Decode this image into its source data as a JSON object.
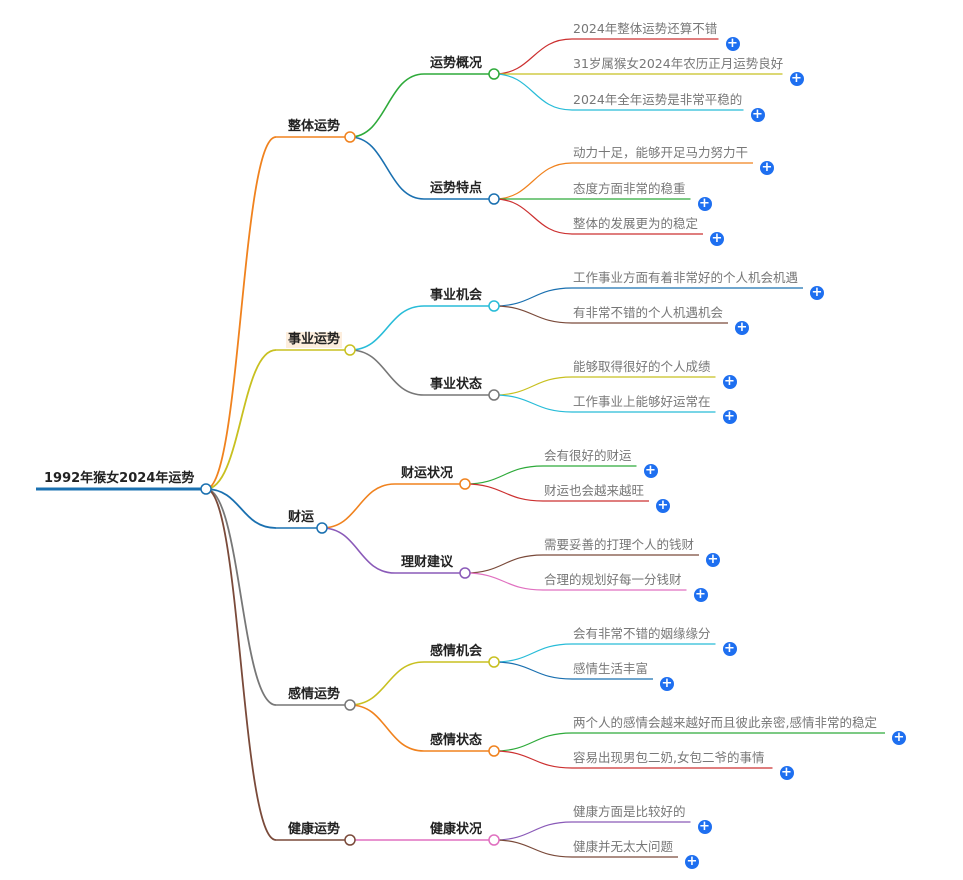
{
  "root": {
    "label": "1992年猴女2024年运势"
  },
  "branches": [
    {
      "label": "整体运势",
      "color": "#f0821e",
      "highlight": false,
      "children": [
        {
          "label": "运势概况",
          "color": "#2eaa3a",
          "leaves": [
            {
              "text": "2024年整体运势还算不错",
              "color": "#cc3030"
            },
            {
              "text": "31岁属猴女2024年农历正月运势良好",
              "color": "#c8c020"
            },
            {
              "text": "2024年全年运势是非常平稳的",
              "color": "#28bcd8"
            }
          ]
        },
        {
          "label": "运势特点",
          "color": "#1a70b0",
          "leaves": [
            {
              "text": "动力十足，能够开足马力努力干",
              "color": "#f0821e"
            },
            {
              "text": "态度方面非常的稳重",
              "color": "#2eaa3a"
            },
            {
              "text": "整体的发展更为的稳定",
              "color": "#cc3030"
            }
          ]
        }
      ]
    },
    {
      "label": "事业运势",
      "color": "#c8c020",
      "highlight": true,
      "children": [
        {
          "label": "事业机会",
          "color": "#28bcd8",
          "leaves": [
            {
              "text": "工作事业方面有着非常好的个人机会机遇",
              "color": "#1a70b0"
            },
            {
              "text": "有非常不错的个人机遇机会",
              "color": "#7a4a3a"
            }
          ]
        },
        {
          "label": "事业状态",
          "color": "#777777",
          "leaves": [
            {
              "text": "能够取得很好的个人成绩",
              "color": "#c8c020"
            },
            {
              "text": "工作事业上能够好运常在",
              "color": "#28bcd8"
            }
          ]
        }
      ]
    },
    {
      "label": "财运",
      "color": "#1a70b0",
      "highlight": false,
      "children": [
        {
          "label": "财运状况",
          "color": "#f0821e",
          "leaves": [
            {
              "text": "会有很好的财运",
              "color": "#2eaa3a"
            },
            {
              "text": "财运也会越来越旺",
              "color": "#cc3030"
            }
          ]
        },
        {
          "label": "理财建议",
          "color": "#8a5ab8",
          "leaves": [
            {
              "text": "需要妥善的打理个人的钱财",
              "color": "#7a4a3a"
            },
            {
              "text": "合理的规划好每一分钱财",
              "color": "#e070c0"
            }
          ]
        }
      ]
    },
    {
      "label": "感情运势",
      "color": "#777777",
      "highlight": false,
      "children": [
        {
          "label": "感情机会",
          "color": "#c8c020",
          "leaves": [
            {
              "text": "会有非常不错的姻缘缘分",
              "color": "#28bcd8"
            },
            {
              "text": "感情生活丰富",
              "color": "#1a70b0"
            }
          ]
        },
        {
          "label": "感情状态",
          "color": "#f0821e",
          "leaves": [
            {
              "text": "两个人的感情会越来越好而且彼此亲密,感情非常的稳定",
              "color": "#2eaa3a"
            },
            {
              "text": "容易出现男包二奶,女包二爷的事情",
              "color": "#cc3030"
            }
          ]
        }
      ]
    },
    {
      "label": "健康运势",
      "color": "#7a4a3a",
      "highlight": false,
      "children": [
        {
          "label": "健康状况",
          "color": "#e070c0",
          "leaves": [
            {
              "text": "健康方面是比较好的",
              "color": "#8a5ab8"
            },
            {
              "text": "健康并无太大问题",
              "color": "#7a4a3a"
            }
          ]
        }
      ]
    }
  ],
  "expand_symbol": "+",
  "colors": {
    "root_line": "#1a70b0",
    "expand_button": "#1e6ff0",
    "node_fill": "#ffffff"
  }
}
